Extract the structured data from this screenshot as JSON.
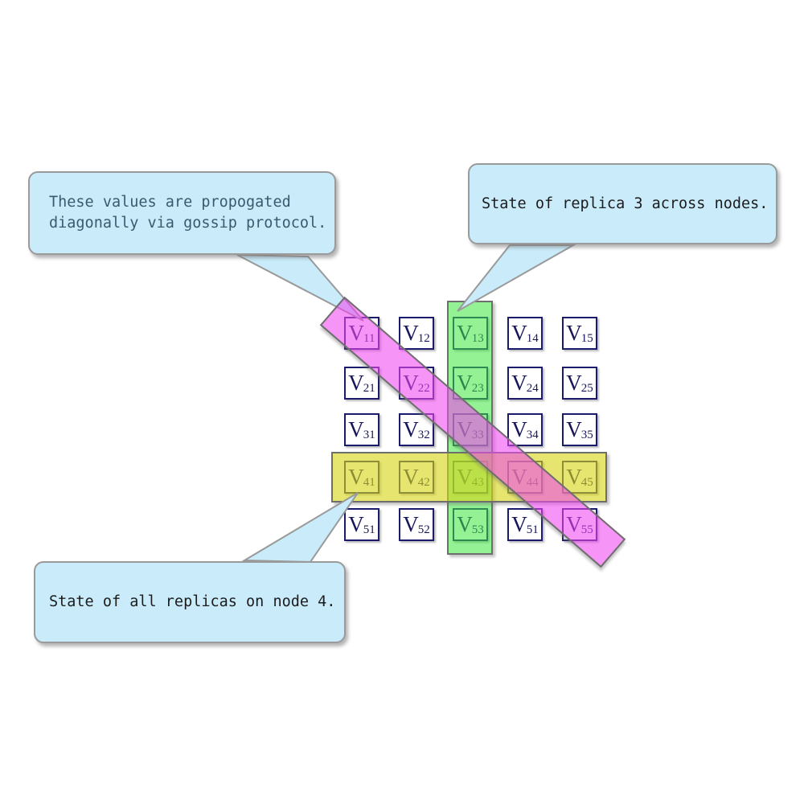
{
  "callouts": [
    {
      "name": "gossip",
      "lines": [
        "These values are propogated",
        "diagonally via gossip protocol."
      ],
      "text_color": "#3A5A6E"
    },
    {
      "name": "replica-column",
      "lines": [
        "State of replica 3 across nodes."
      ],
      "text_color": "#1C1C1C"
    },
    {
      "name": "node-row",
      "lines": [
        "State of all replicas on node 4."
      ],
      "text_color": "#1C1C1C"
    }
  ],
  "matrix": {
    "cell_base": "V",
    "cell_subscripts": [
      [
        "11",
        "12",
        "13",
        "14",
        "15"
      ],
      [
        "21",
        "22",
        "23",
        "24",
        "25"
      ],
      [
        "31",
        "32",
        "33",
        "34",
        "35"
      ],
      [
        "41",
        "42",
        "43",
        "44",
        "45"
      ],
      [
        "51",
        "52",
        "53",
        "51",
        "55"
      ]
    ]
  },
  "highlights": {
    "column_band": "replica 3 column (cells x3)",
    "row_band": "node 4 row (cells 4x)",
    "diagonal_band": "diagonal cells 11,22,33,44,55"
  },
  "colors": {
    "callout_fill": "#C9EBFA",
    "callout_border": "#9A9A9A",
    "tail_fill": "#C9EBFA",
    "cell_border": "#1B1B6E",
    "cell_label": "#16165A",
    "band_border": "#6E6E6E",
    "green_band": "rgba(60,230,60,0.55)",
    "yellow_band": "rgba(213,213,25,0.62)",
    "pink_band": "rgba(242,70,242,0.58)"
  }
}
